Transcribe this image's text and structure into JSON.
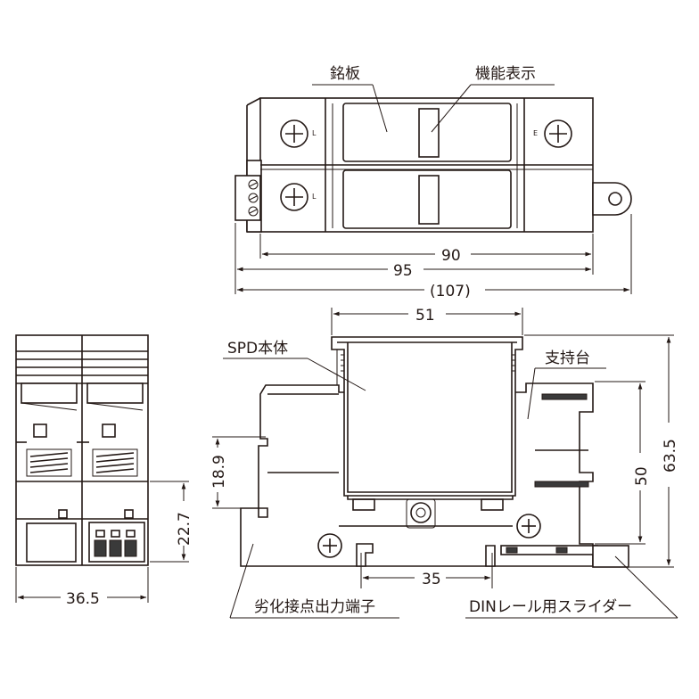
{
  "top_view": {
    "labels": {
      "nameplate": "銘板",
      "function_display": "機能表示"
    },
    "dims": {
      "d90": "90",
      "d95": "95",
      "d107": "(107)"
    },
    "terminal_marks": {
      "left_top": "L",
      "left_bottom": "L",
      "right": "E"
    }
  },
  "side_view": {
    "labels": {
      "spd_body": "SPD本体",
      "support_base": "支持台",
      "deterioration_terminal": "劣化接点出力端子",
      "din_slider": "DINレール用スライダー"
    },
    "dims": {
      "d51": "51",
      "d63_5": "63.5",
      "d50": "50",
      "d18_9": "18.9",
      "d35": "35"
    }
  },
  "front_view": {
    "dims": {
      "d36_5": "36.5",
      "d22_7": "22.7"
    }
  }
}
